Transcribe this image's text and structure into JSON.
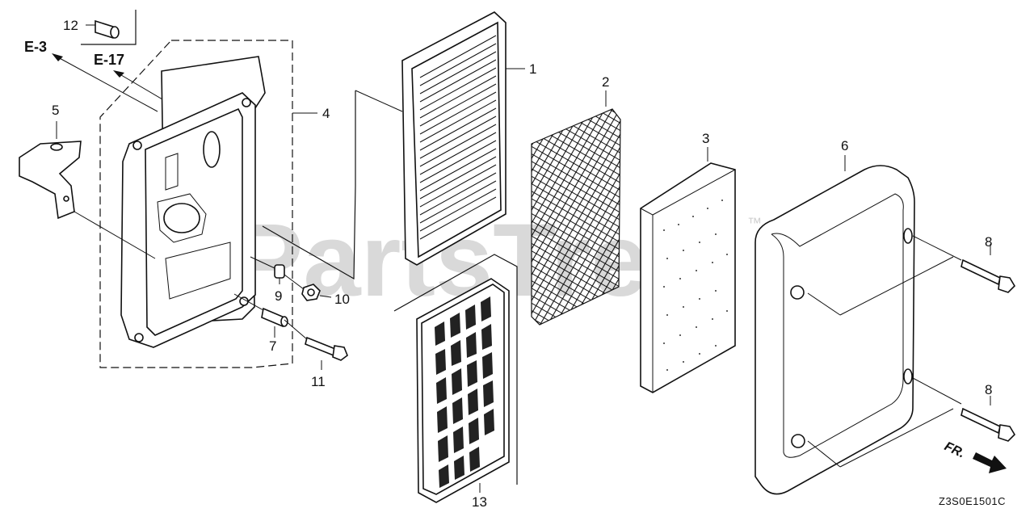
{
  "watermark": {
    "text": "PartsTree",
    "trademark": "™"
  },
  "diagram_code": "Z3S0E1501C",
  "direction_marker": {
    "label": "FR.",
    "icon": "arrow-right-icon"
  },
  "reference_labels": [
    {
      "id": "ref-e3",
      "text": "E-3"
    },
    {
      "id": "ref-e17",
      "text": "E-17"
    }
  ],
  "callouts": [
    {
      "id": "callout-1",
      "text": "1"
    },
    {
      "id": "callout-2",
      "text": "2"
    },
    {
      "id": "callout-3",
      "text": "3"
    },
    {
      "id": "callout-4",
      "text": "4"
    },
    {
      "id": "callout-5",
      "text": "5"
    },
    {
      "id": "callout-6",
      "text": "6"
    },
    {
      "id": "callout-7",
      "text": "7"
    },
    {
      "id": "callout-8a",
      "text": "8"
    },
    {
      "id": "callout-8b",
      "text": "8"
    },
    {
      "id": "callout-9",
      "text": "9"
    },
    {
      "id": "callout-10",
      "text": "10"
    },
    {
      "id": "callout-11",
      "text": "11"
    },
    {
      "id": "callout-12",
      "text": "12"
    },
    {
      "id": "callout-13",
      "text": "13"
    }
  ],
  "colors": {
    "line": "#111111",
    "watermark": "#d9d9d9",
    "background": "#ffffff"
  }
}
